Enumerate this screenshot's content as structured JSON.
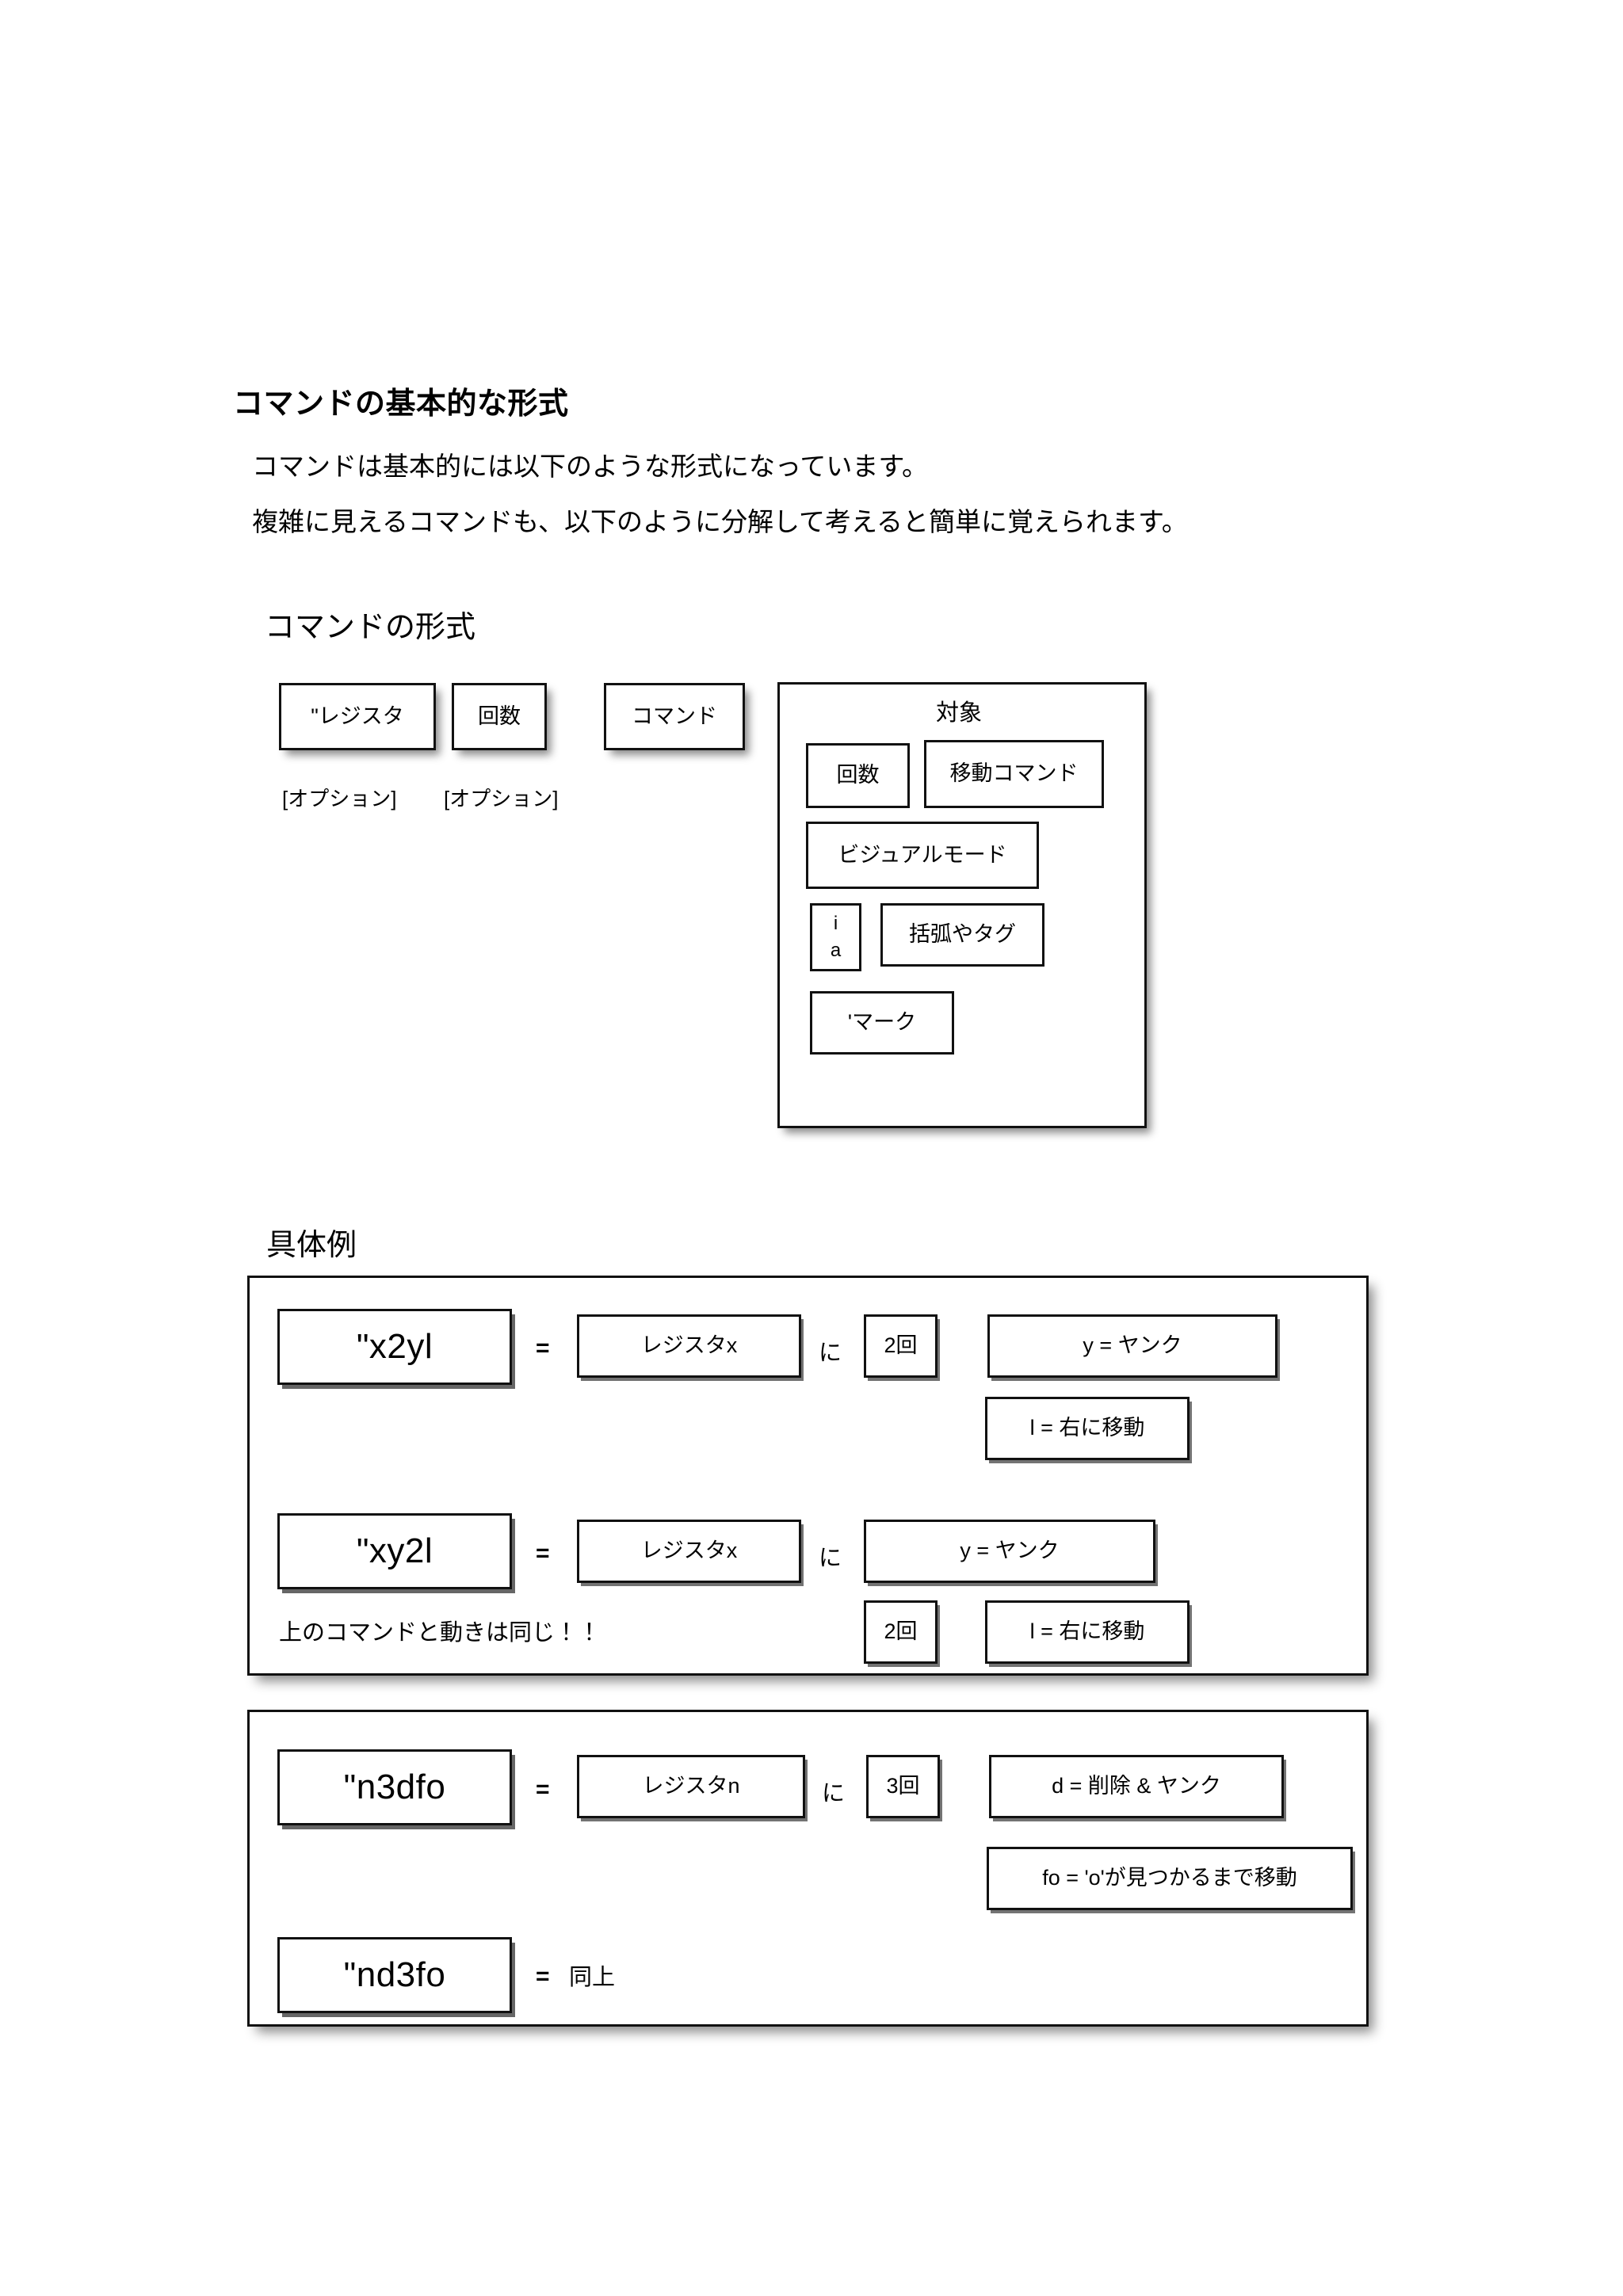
{
  "document": {
    "section1": {
      "heading": "コマンドの基本的な形式",
      "line1": "コマンドは基本的には以下のような形式になっています。",
      "line2": "複雑に見えるコマンドも、以下のように分解して考えると簡単に覚えられます。"
    },
    "format_diagram": {
      "title": "コマンドの形式",
      "boxes": [
        {
          "label": "\"レジスタ",
          "caption": "[オプション]"
        },
        {
          "label": "回数",
          "caption": "[オプション]"
        },
        {
          "label": "コマンド",
          "caption": ""
        }
      ],
      "target_panel": {
        "title": "対象",
        "items": [
          {
            "label": "回数"
          },
          {
            "label": "移動コマンド"
          },
          {
            "label": "ビジュアルモード"
          },
          {
            "label_line1": "i",
            "label_line2": "a"
          },
          {
            "label": "括弧やタグ"
          },
          {
            "label": "'マーク"
          }
        ]
      }
    },
    "examples": {
      "title": "具体例",
      "equals": "=",
      "connector": "に",
      "panel1": {
        "row1": {
          "command": "\"x2yl",
          "register": "レジスタx",
          "count": "2回",
          "action": "y = ヤンク",
          "motion": "l = 右に移動"
        },
        "row2": {
          "command": "\"xy2l",
          "register": "レジスタx",
          "action": "y = ヤンク",
          "count": "2回",
          "motion": "l = 右に移動",
          "note": "上のコマンドと動きは同じ！！"
        }
      },
      "panel2": {
        "row1": {
          "command": "\"n3dfo",
          "register": "レジスタn",
          "count": "3回",
          "action": "d = 削除 & ヤンク",
          "motion": "fo = 'o'が見つかるまで移動"
        },
        "row2": {
          "command": "\"nd3fo",
          "same_as_above": "同上"
        }
      }
    }
  }
}
